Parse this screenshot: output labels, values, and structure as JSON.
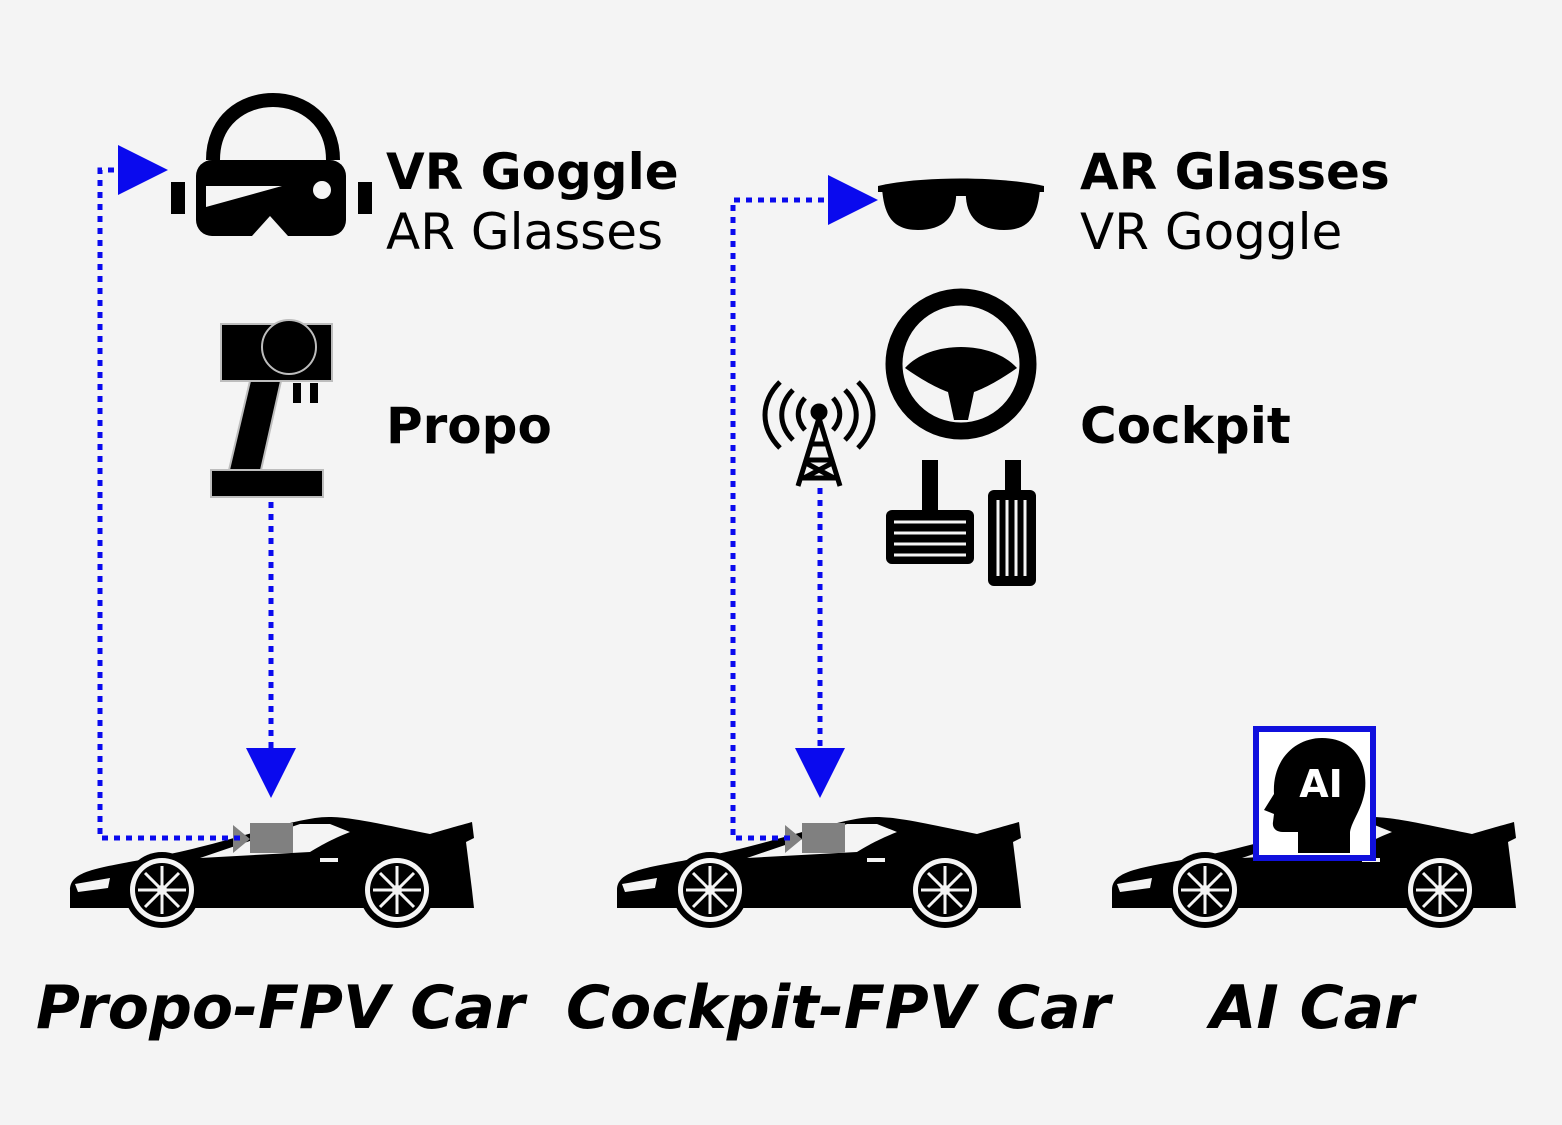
{
  "colors": {
    "background": "#f4f4f4",
    "ink": "#000000",
    "connector": "#0a0aee",
    "camera": "#808080",
    "ai_frame": "#1010dd"
  },
  "icons": {
    "vr_goggle": "vr-goggle-icon",
    "propo": "rc-transmitter-icon",
    "ar_glasses": "sunglasses-icon",
    "steering": "steering-wheel-icon",
    "pedals": "pedals-icon",
    "antenna": "radio-tower-icon",
    "camera": "camera-icon",
    "ai_head": "ai-head-icon",
    "car": "sports-car-icon"
  },
  "left": {
    "display_primary": "VR Goggle",
    "display_secondary": "AR Glasses",
    "controller": "Propo",
    "caption": "Propo-FPV Car"
  },
  "middle": {
    "display_primary": "AR Glasses",
    "display_secondary": "VR Goggle",
    "controller": "Cockpit",
    "caption": "Cockpit-FPV Car"
  },
  "right": {
    "ai_badge": "AI",
    "caption": "AI Car"
  }
}
